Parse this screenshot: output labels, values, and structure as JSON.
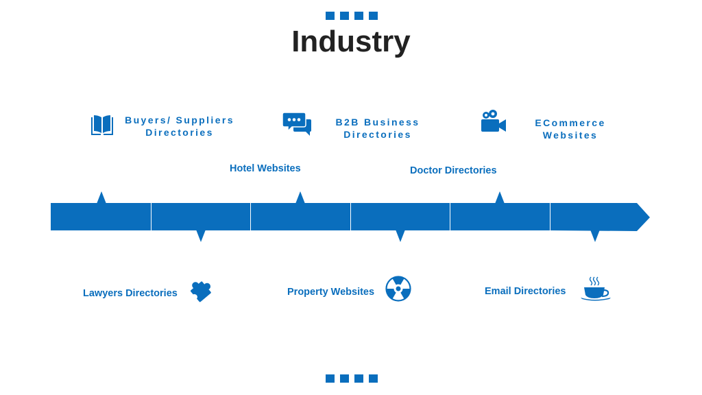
{
  "title": "Industry",
  "accent_color": "#0a6ebd",
  "top_items": [
    {
      "label": "Buyers/ Suppliers\nDirectories",
      "icon": "book-icon"
    },
    {
      "label": "B2B Business\nDirectories",
      "icon": "chat-bubbles-icon"
    },
    {
      "label": "ECommerce\nWebsites",
      "icon": "video-camera-icon"
    }
  ],
  "upper_labels": {
    "hotel": "Hotel Websites",
    "doctor": "Doctor Directories"
  },
  "bottom_items": [
    {
      "label": "Lawyers Directories",
      "icon": "puzzle-icon"
    },
    {
      "label": "Property Websites",
      "icon": "radiation-icon"
    },
    {
      "label": "Email Directories",
      "icon": "coffee-cup-icon"
    }
  ]
}
